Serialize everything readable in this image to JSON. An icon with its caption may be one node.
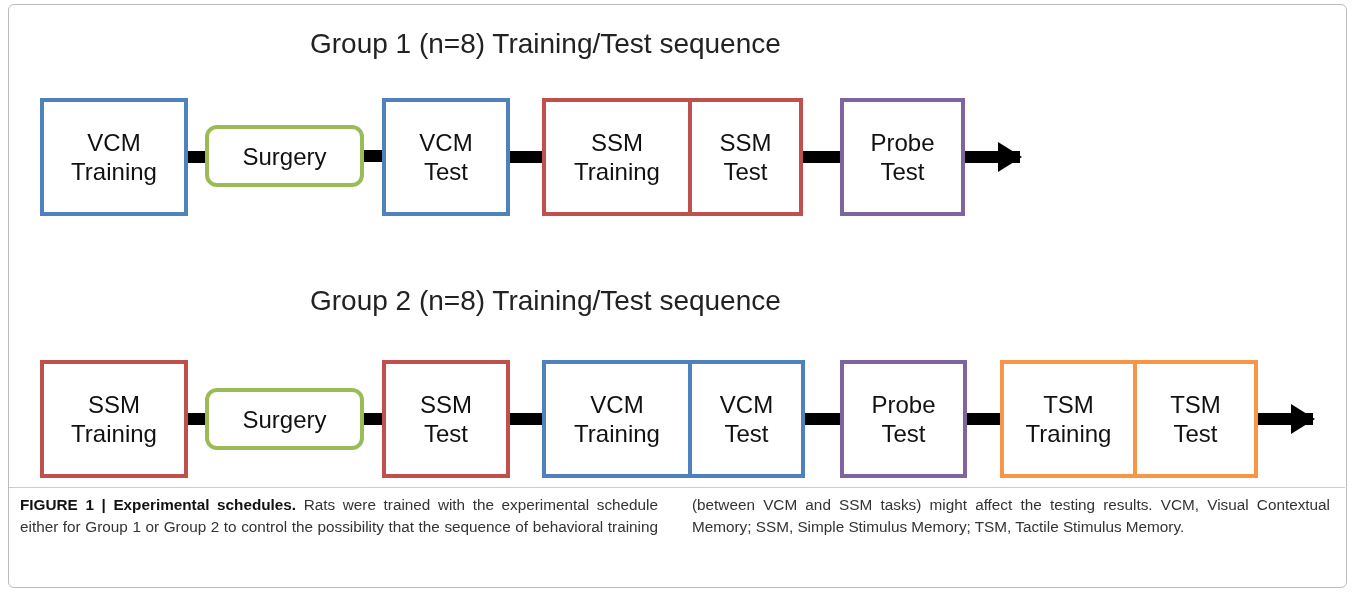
{
  "diagram": {
    "caption": "**FIGURE 1 | Experimental schedules.** Rats were trained with the experimental schedule either for Group 1 or Group 2 to control the possibility that the sequence of behavioral training (between VCM and SSM tasks) might affect the testing results. VCM, Visual Contextual Memory; SSM, Simple Stimulus Memory; TSM, Tactile Stimulus Memory.",
    "nodes": [
      {
        "text": [
          "VCM Training"
        ]
      },
      {
        "text": [
          "Surgery"
        ]
      },
      {
        "text": [
          "VCM Test"
        ]
      },
      {
        "text": [
          "SSM Training"
        ]
      },
      {
        "text": [
          "SSM Test"
        ]
      },
      {
        "text": [
          "Probe Test"
        ]
      },
      {
        "text": [
          "SSM Training"
        ]
      },
      {
        "text": [
          "Surgery"
        ]
      },
      {
        "text": [
          "SSM Test"
        ]
      },
      {
        "text": [
          "VCM Training"
        ]
      },
      {
        "text": [
          "VCM Test"
        ]
      },
      {
        "text": [
          "Probe Test"
        ]
      },
      {
        "text": [
          "TSM Training"
        ]
      },
      {
        "text": [
          "TSM Test"
        ]
      }
    ],
    "edges": [
      {
        "from": 0,
        "to": 1,
        "arrow": "none"
      },
      {
        "from": 1,
        "to": 2,
        "arrow": "none"
      },
      {
        "from": 2,
        "to": 3,
        "arrow": "none"
      },
      {
        "from": 4,
        "to": 5,
        "arrow": "none"
      },
      {
        "from": 5,
        "to": null,
        "arrow": "to"
      },
      {
        "from": 6,
        "to": 7,
        "arrow": "none"
      },
      {
        "from": 7,
        "to": 8,
        "arrow": "none"
      },
      {
        "from": 8,
        "to": 9,
        "arrow": "none"
      },
      {
        "from": 10,
        "to": 11,
        "arrow": "none"
      },
      {
        "from": 11,
        "to": 12,
        "arrow": "none"
      },
      {
        "from": 13,
        "to": null,
        "arrow": "to"
      }
    ],
    "labels": [
      "Group 1 (n=8) Training/Test sequence",
      "Group 2 (n=8) Training/Test sequence"
    ]
  }
}
